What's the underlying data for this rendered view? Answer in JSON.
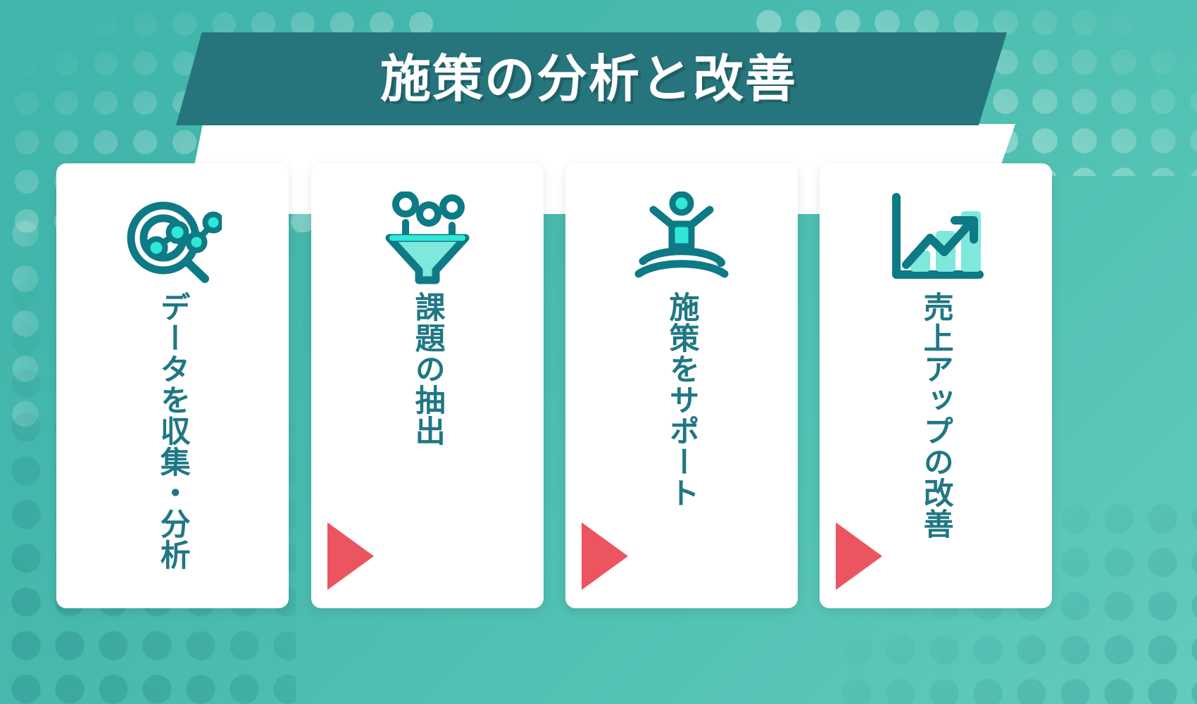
{
  "colors": {
    "background_teal": "#42b3a8",
    "background_teal_light": "#62cbbd",
    "banner_teal": "#26747c",
    "card_white": "#ffffff",
    "label_teal": "#1f7784",
    "icon_dark_teal": "#0d7a86",
    "icon_accent_cyan": "#2fe8d8",
    "icon_fill_mint": "#7fe8dd",
    "arrow_red": "#ec5560"
  },
  "banner": {
    "title": "施策の分析と改善"
  },
  "cards": [
    {
      "id": "data-collection",
      "icon": "target-magnifier-data-icon",
      "label": "データを収集・分析"
    },
    {
      "id": "issue-extraction",
      "icon": "funnel-filter-icon",
      "label": "課題の抽出"
    },
    {
      "id": "measure-support",
      "icon": "person-supported-by-hand-icon",
      "label": "施策をサポート"
    },
    {
      "id": "sales-improvement",
      "icon": "bar-chart-growth-icon",
      "label": "売上アップの改善"
    }
  ],
  "arrows": [
    {
      "id": "arrow-1",
      "shape": "right-triangle"
    },
    {
      "id": "arrow-2",
      "shape": "right-triangle"
    },
    {
      "id": "arrow-3",
      "shape": "right-triangle"
    }
  ]
}
